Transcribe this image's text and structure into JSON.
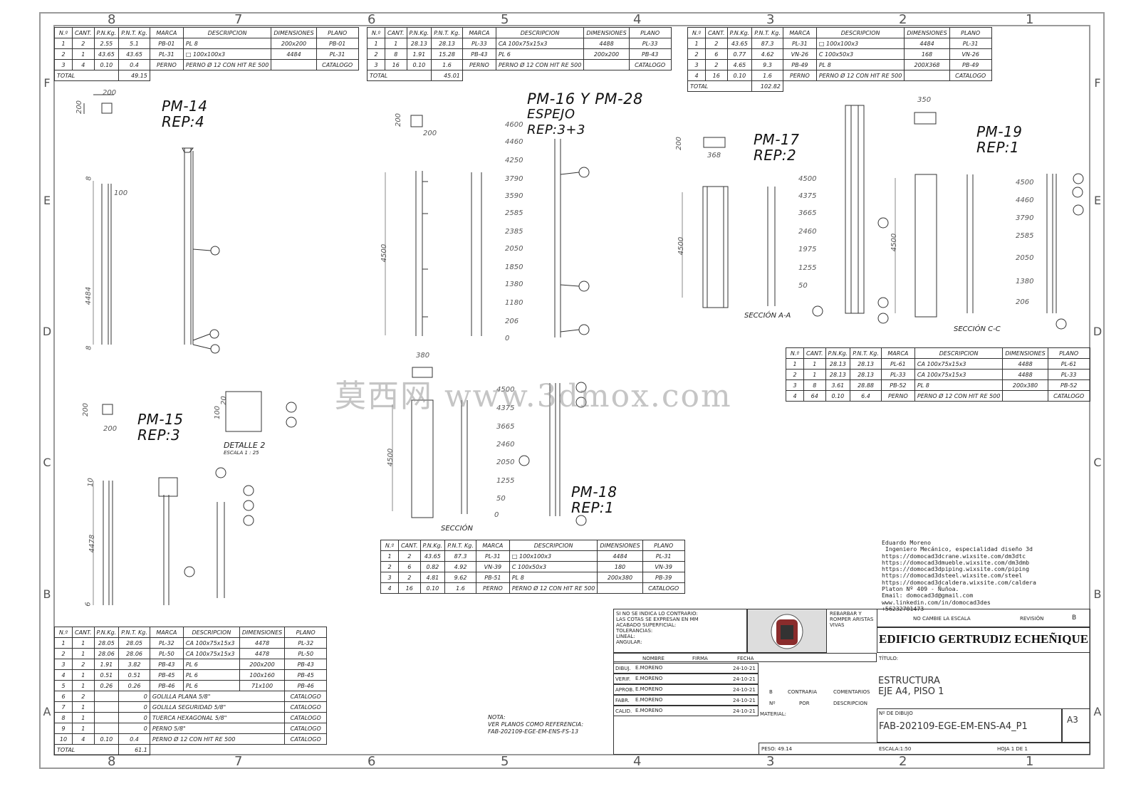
{
  "zones": {
    "cols_top": [
      "8",
      "7",
      "6",
      "5",
      "4",
      "3",
      "2",
      "1"
    ],
    "rows": [
      "F",
      "E",
      "D",
      "C",
      "B",
      "A"
    ]
  },
  "tables": {
    "pm14": {
      "headers": [
        "N.º",
        "CANT.",
        "P.N.Kg.",
        "P.N.T. Kg.",
        "MARCA",
        "DESCRIPCION",
        "DIMENSIONES",
        "PLANO"
      ],
      "rows": [
        [
          "1",
          "2",
          "2.55",
          "5.1",
          "PB-01",
          "PL 8",
          "200x200",
          "PB-01"
        ],
        [
          "2",
          "1",
          "43.65",
          "43.65",
          "PL-31",
          "□ 100x100x3",
          "4484",
          "PL-31"
        ],
        [
          "3",
          "4",
          "0.10",
          "0.4",
          "PERNO",
          "PERNO Ø 12 CON HIT RE 500",
          "",
          "CATALOGO"
        ]
      ],
      "total_label": "TOTAL",
      "total": "49.15"
    },
    "pm16": {
      "headers": [
        "N.º",
        "CANT.",
        "P.N.Kg.",
        "P.N.T. Kg.",
        "MARCA",
        "DESCRIPCION",
        "DIMENSIONES",
        "PLANO"
      ],
      "rows": [
        [
          "1",
          "1",
          "28.13",
          "28.13",
          "PL-33",
          "CA 100x75x15x3",
          "4488",
          "PL-33"
        ],
        [
          "2",
          "8",
          "1.91",
          "15.28",
          "PB-43",
          "PL 6",
          "200x200",
          "PB-43"
        ],
        [
          "3",
          "16",
          "0.10",
          "1.6",
          "PERNO",
          "PERNO Ø 12 CON HIT RE 500",
          "",
          "CATALOGO"
        ]
      ],
      "total_label": "TOTAL",
      "total": "45.01"
    },
    "pm17": {
      "headers": [
        "N.º",
        "CANT.",
        "P.N.Kg.",
        "P.N.T. Kg.",
        "MARCA",
        "DESCRIPCION",
        "DIMENSIONES",
        "PLANO"
      ],
      "rows": [
        [
          "1",
          "2",
          "43.65",
          "87.3",
          "PL-31",
          "□ 100x100x3",
          "4484",
          "PL-31"
        ],
        [
          "2",
          "6",
          "0.77",
          "4.62",
          "VN-26",
          "C 100x50x3",
          "168",
          "VN-26"
        ],
        [
          "3",
          "2",
          "4.65",
          "9.3",
          "PB-49",
          "PL 8",
          "200X368",
          "PB-49"
        ],
        [
          "4",
          "16",
          "0.10",
          "1.6",
          "PERNO",
          "PERNO Ø 12 CON HIT RE 500",
          "",
          "CATALOGO"
        ]
      ],
      "total_label": "TOTAL",
      "total": "102.82"
    },
    "pm19": {
      "headers": [
        "N.º",
        "CANT.",
        "P.N.Kg.",
        "P.N.T. Kg.",
        "MARCA",
        "DESCRIPCION",
        "DIMENSIONES",
        "PLANO"
      ],
      "rows": [
        [
          "1",
          "1",
          "28.13",
          "28.13",
          "PL-61",
          "CA 100x75x15x3",
          "4488",
          "PL-61"
        ],
        [
          "2",
          "1",
          "28.13",
          "28.13",
          "PL-33",
          "CA 100x75x15x3",
          "4488",
          "PL-33"
        ],
        [
          "3",
          "8",
          "3.61",
          "28.88",
          "PB-52",
          "PL 8",
          "200x380",
          "PB-52"
        ],
        [
          "4",
          "64",
          "0.10",
          "6.4",
          "PERNO",
          "PERNO Ø 12 CON HIT RE 500",
          "",
          "CATALOGO"
        ]
      ]
    },
    "pm18": {
      "headers": [
        "N.º",
        "CANT.",
        "P.N.Kg.",
        "P.N.T. Kg.",
        "MARCA",
        "DESCRIPCION",
        "DIMENSIONES",
        "PLANO"
      ],
      "rows": [
        [
          "1",
          "2",
          "43.65",
          "87.3",
          "PL-31",
          "□ 100x100x3",
          "4484",
          "PL-31"
        ],
        [
          "2",
          "6",
          "0.82",
          "4.92",
          "VN-39",
          "C 100x50x3",
          "180",
          "VN-39"
        ],
        [
          "3",
          "2",
          "4.81",
          "9.62",
          "PB-51",
          "PL 8",
          "200x380",
          "PB-39"
        ],
        [
          "4",
          "16",
          "0.10",
          "1.6",
          "PERNO",
          "PERNO Ø 12 CON HIT RE 500",
          "",
          "CATALOGO"
        ]
      ]
    },
    "pm15": {
      "headers": [
        "N.º",
        "CANT.",
        "P.N.Kg.",
        "P.N.T. Kg.",
        "MARCA",
        "DESCRIPCION",
        "DIMENSIONES",
        "PLANO"
      ],
      "rows": [
        [
          "1",
          "1",
          "28.05",
          "28.05",
          "PL-32",
          "CA 100x75x15x3",
          "4478",
          "PL-32"
        ],
        [
          "2",
          "1",
          "28.06",
          "28.06",
          "PL-50",
          "CA 100x75x15x3",
          "4478",
          "PL-50"
        ],
        [
          "3",
          "2",
          "1.91",
          "3.82",
          "PB-43",
          "PL 6",
          "200x200",
          "PB-43"
        ],
        [
          "4",
          "1",
          "0.51",
          "0.51",
          "PB-45",
          "PL 6",
          "100x160",
          "PB-45"
        ],
        [
          "5",
          "1",
          "0.26",
          "0.26",
          "PB-46",
          "PL 6",
          "71x100",
          "PB-46"
        ]
      ],
      "wide_rows": [
        [
          "6",
          "2",
          "0",
          "GOLILLA PLANA 5/8\"",
          "CATALOGO"
        ],
        [
          "7",
          "1",
          "0",
          "GOLILLA SEGURIDAD 5/8\"",
          "CATALOGO"
        ],
        [
          "8",
          "1",
          "0",
          "TUERCA HEXAGONAL 5/8\"",
          "CATALOGO"
        ],
        [
          "9",
          "1",
          "0",
          "PERNO 5/8\"",
          "CATALOGO"
        ]
      ],
      "last_row": [
        "10",
        "4",
        "0.10",
        "0.4",
        "PERNO Ø 12 CON HIT RE 500",
        "CATALOGO"
      ],
      "total_label": "TOTAL",
      "total": "61.1"
    }
  },
  "titles": {
    "pm14": [
      "PM-14",
      "REP:4"
    ],
    "pm15": [
      "PM-15",
      "REP:3"
    ],
    "pm16": [
      "PM-16 Y PM-28",
      "ESPEJO",
      "REP:3+3"
    ],
    "pm17": [
      "PM-17",
      "REP:2"
    ],
    "pm18": [
      "PM-18",
      "REP:1"
    ],
    "pm19": [
      "PM-19",
      "REP:1"
    ],
    "detalle2": [
      "DETALLE 2",
      "ESCALA 1 : 25"
    ],
    "seccion_aa": "SECCIÓN A-A",
    "seccion_cc": "SECCIÓN C-C",
    "seccion_bb": "SECCIÓN"
  },
  "dims": {
    "pm14": [
      "200",
      "200",
      "100",
      "4484",
      "8",
      "8"
    ],
    "pm15": [
      "200",
      "200",
      "100",
      "20",
      "10",
      "4478",
      "6"
    ],
    "pm16_levels": [
      "4600",
      "4460",
      "4250",
      "3790",
      "3590",
      "2585",
      "2385",
      "2050",
      "1850",
      "1380",
      "1180",
      "206",
      "0"
    ],
    "pm16_misc": [
      "200",
      "200",
      "4500"
    ],
    "pm17_levels": [
      "4500",
      "4375",
      "3665",
      "2460",
      "1975",
      "1255",
      "50"
    ],
    "pm17_misc": [
      "200",
      "368",
      "4500"
    ],
    "pm19_levels": [
      "4500",
      "4460",
      "3790",
      "2585",
      "2050",
      "1380",
      "206"
    ],
    "pm19_misc": [
      "350",
      "4500"
    ],
    "pm18_levels": [
      "4500",
      "4375",
      "3665",
      "2460",
      "2050",
      "1255",
      "50",
      "0"
    ],
    "pm18_misc": [
      "380",
      "4500"
    ]
  },
  "watermark": "莫西网 www.3dmox.com",
  "author": [
    "Eduardo Moreno",
    " Ingeniero Mecánico, especialidad diseño 3d",
    "https://domocad3dcrane.wixsite.com/dm3dtc",
    "https://domocad3dmueble.wixsite.com/dm3dmb",
    "https://domocad3dpiping.wixsite.com/piping",
    "https://domocad3dsteel.wixsite.com/steel",
    "https://domocad3dcaldera.wixsite.com/caldera",
    "Platon Nº 409 - Ñuñoa.",
    "Email: domocad3d@gmail.com",
    "www.linkedin.com/in/domocad3des",
    "+56232701473"
  ],
  "note": [
    "NOTA:",
    "VER PLANOS COMO REFERENCIA:",
    "FAB-202109-EGE-EM-ENS-FS-13"
  ],
  "title_block": {
    "general_notes": [
      "SI NO SE INDICA LO CONTRARIO:",
      "LAS COTAS SE EXPRESAN EN MM",
      "ACABADO SUPERFICIAL:",
      "TOLERANCIAS:",
      "LINEAL:",
      "ANGULAR:"
    ],
    "deburr": [
      "REBARBAR Y",
      "ROMPER ARISTAS",
      "VIVAS"
    ],
    "no_scale": "NO CAMBIE LA ESCALA",
    "revision_label": "REVISIÓN",
    "revision": "B",
    "project": "EDIFICIO GERTRUDIZ ECHEÑIQUE",
    "titulo_label": "TÍTULO:",
    "titulo": [
      "ESTRUCTURA",
      "EJE A4, PISO 1"
    ],
    "cols": [
      "NOMBRE",
      "FIRMA",
      "FECHA"
    ],
    "roles": [
      {
        "role": "DIBUJ.",
        "name": "E.MORENO",
        "date": "24-10-21"
      },
      {
        "role": "VERIF.",
        "name": "E.MORENO",
        "date": "24-10-21"
      },
      {
        "role": "APROB.",
        "name": "E.MORENO",
        "date": "24-10-21"
      },
      {
        "role": "FABR.",
        "name": "E.MORENO",
        "date": "24-10-21"
      },
      {
        "role": "CALID.",
        "name": "E.MORENO",
        "date": "24-10-21"
      }
    ],
    "rev_cols": [
      "B",
      "CONTRARIA",
      "COMENTARIOS"
    ],
    "rev_cols2": [
      "Nº",
      "POR",
      "DESCRIPCION"
    ],
    "material_label": "MATERIAL:",
    "drawing_no_label": "Nº DE DIBUJO",
    "drawing_no": "FAB-202109-EGE-EM-ENS-A4_P1",
    "size": "A3",
    "peso": "PESO: 49.14",
    "escala": "ESCALA:1:50",
    "hoja": "HOJA 1 DE 1"
  }
}
